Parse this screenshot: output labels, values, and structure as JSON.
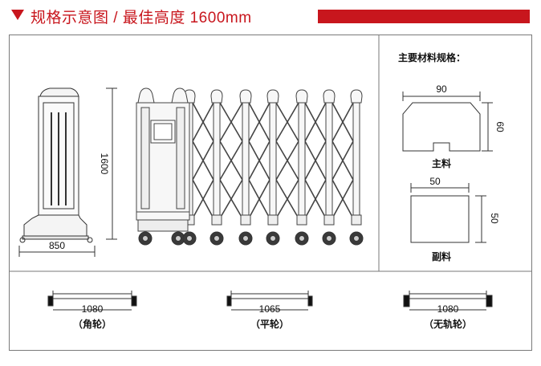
{
  "header": {
    "title": "规格示意图 / 最佳高度 1600mm",
    "accent_color": "#c8161d"
  },
  "side_view": {
    "width": "850",
    "height": "1600"
  },
  "materials": {
    "title": "主要材料规格：",
    "main": {
      "width": "90",
      "height": "60",
      "label": "主料"
    },
    "sub": {
      "width": "50",
      "height": "50",
      "label": "副料"
    }
  },
  "wheels": [
    {
      "width": "1080",
      "label": "（角轮）"
    },
    {
      "width": "1065",
      "label": "（平轮）"
    },
    {
      "width": "1080",
      "label": "（无轨轮）"
    }
  ]
}
